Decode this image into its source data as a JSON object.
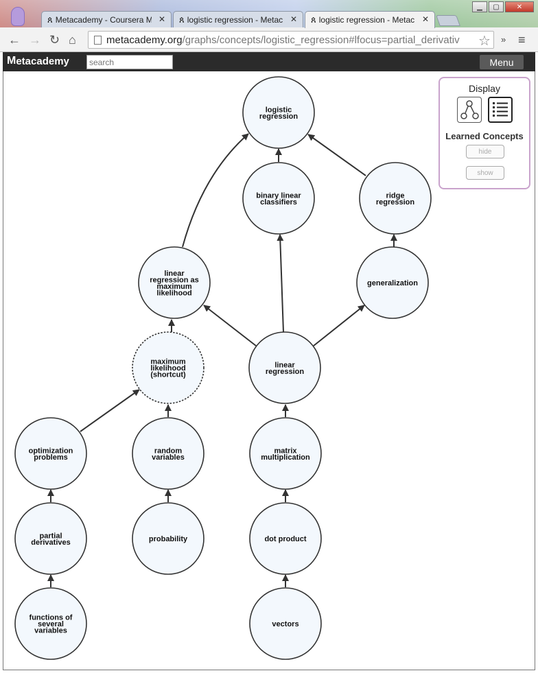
{
  "browser": {
    "tabs": [
      {
        "label": "Metacademy - Coursera M",
        "close": "✕"
      },
      {
        "label": "logistic regression - Metac",
        "close": "✕"
      },
      {
        "label": "logistic regression - Metac",
        "close": "✕"
      }
    ],
    "url_host": "metacademy.org",
    "url_path": "/graphs/concepts/logistic_regression#lfocus=partial_derivativ",
    "window_buttons": {
      "minimize": "▁",
      "maximize": "▢",
      "close": "✕"
    },
    "icons": {
      "back": "←",
      "forward": "→",
      "reload": "↻",
      "home": "⌂",
      "star": "☆",
      "extensions": "»",
      "menu": "≡"
    }
  },
  "app": {
    "brand": "etacademy",
    "brand_logo": "M",
    "search_placeholder": "search",
    "menu_label": "Menu"
  },
  "graph": {
    "nodes": {
      "logistic_regression": [
        "logistic",
        "regression"
      ],
      "binary_linear_classifiers": [
        "binary linear",
        "classifiers"
      ],
      "ridge_regression": [
        "ridge",
        "regression"
      ],
      "linear_regression_ml": [
        "linear",
        "regression as",
        "maximum",
        "likelihood"
      ],
      "generalization": [
        "generalization"
      ],
      "maximum_likelihood_shortcut": [
        "maximum",
        "likelihood",
        "(shortcut)"
      ],
      "linear_regression": [
        "linear",
        "regression"
      ],
      "optimization_problems": [
        "optimization",
        "problems"
      ],
      "random_variables": [
        "random",
        "variables"
      ],
      "matrix_multiplication": [
        "matrix",
        "multiplication"
      ],
      "partial_derivatives": [
        "partial",
        "derivatives"
      ],
      "probability": [
        "probability"
      ],
      "dot_product": [
        "dot product"
      ],
      "functions_of_several_variables": [
        "functions of",
        "several",
        "variables"
      ],
      "vectors": [
        "vectors"
      ]
    }
  },
  "display_panel": {
    "title": "Display",
    "learned_title": "Learned Concepts",
    "hide_label": "hide",
    "show_label": "show"
  }
}
